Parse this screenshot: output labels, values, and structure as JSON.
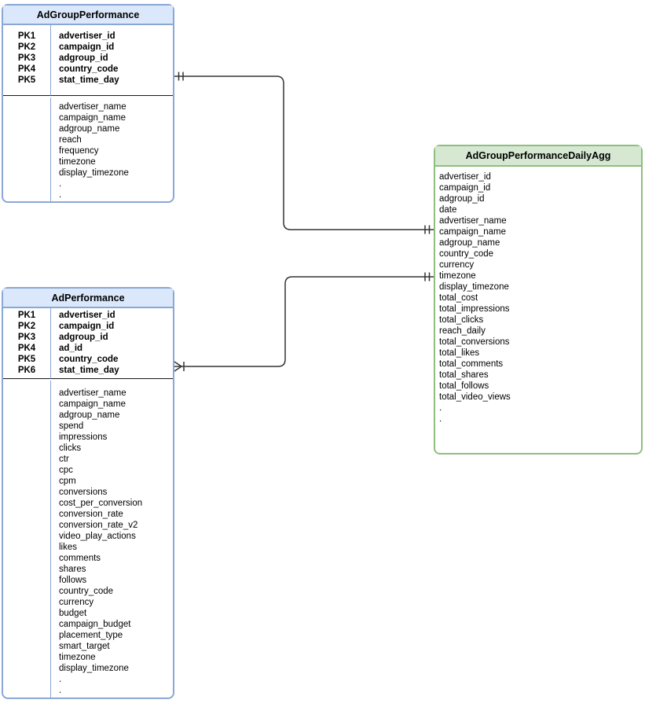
{
  "diagram": {
    "type": "entity-relationship",
    "background_color": "#ffffff",
    "connector_color": "#333333",
    "blue_table_fill": "#dbe8fb",
    "blue_table_border": "#8aa7d6",
    "green_table_fill": "#d6e8d2",
    "green_table_border": "#8fbf7e"
  },
  "tables": {
    "adgroup_performance": {
      "title": "AdGroupPerformance",
      "primary_keys": [
        {
          "key": "PK1",
          "field": "advertiser_id"
        },
        {
          "key": "PK2",
          "field": "campaign_id"
        },
        {
          "key": "PK3",
          "field": "adgroup_id"
        },
        {
          "key": "PK4",
          "field": "country_code"
        },
        {
          "key": "PK5",
          "field": "stat_time_day"
        }
      ],
      "fields": [
        "advertiser_name",
        "campaign_name",
        "adgroup_name",
        "reach",
        "frequency",
        "timezone",
        "display_timezone",
        ".",
        "."
      ]
    },
    "ad_performance": {
      "title": "AdPerformance",
      "primary_keys": [
        {
          "key": "PK1",
          "field": "advertiser_id"
        },
        {
          "key": "PK2",
          "field": "campaign_id"
        },
        {
          "key": "PK3",
          "field": "adgroup_id"
        },
        {
          "key": "PK4",
          "field": "ad_id"
        },
        {
          "key": "PK5",
          "field": "country_code"
        },
        {
          "key": "PK6",
          "field": "stat_time_day"
        }
      ],
      "fields": [
        "advertiser_name",
        "campaign_name",
        "adgroup_name",
        "spend",
        "impressions",
        "clicks",
        "ctr",
        "cpc",
        "cpm",
        "conversions",
        "cost_per_conversion",
        "conversion_rate",
        "conversion_rate_v2",
        "video_play_actions",
        "likes",
        "comments",
        "shares",
        "follows",
        "country_code",
        "currency",
        "budget",
        "campaign_budget",
        "placement_type",
        "smart_target",
        "timezone",
        "display_timezone",
        ".",
        "."
      ]
    },
    "adgroup_performance_daily_agg": {
      "title": "AdGroupPerformanceDailyAgg",
      "fields": [
        "advertiser_id",
        "campaign_id",
        "adgroup_id",
        "date",
        "advertiser_name",
        "campaign_name",
        "adgroup_name",
        "country_code",
        "currency",
        "timezone",
        "display_timezone",
        "total_cost",
        "total_impressions",
        "total_clicks",
        "reach_daily",
        "total_conversions",
        "total_likes",
        "total_comments",
        "total_shares",
        "total_follows",
        "total_video_views",
        ".",
        "."
      ]
    }
  },
  "relationships": [
    {
      "from": "AdGroupPerformance",
      "to": "AdGroupPerformanceDailyAgg",
      "from_cardinality": "one-and-only-one",
      "to_cardinality": "one-and-only-one"
    },
    {
      "from": "AdPerformance",
      "to": "AdGroupPerformanceDailyAgg",
      "from_cardinality": "one-or-many",
      "to_cardinality": "one-and-only-one"
    }
  ]
}
